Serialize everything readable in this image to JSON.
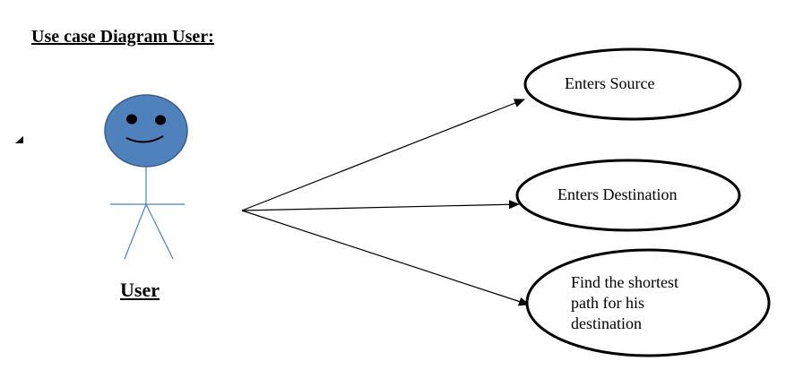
{
  "diagram": {
    "title": "Use case Diagram User:",
    "actor": {
      "label": "User"
    },
    "use_cases": [
      {
        "label": "Enters Source"
      },
      {
        "label": "Enters Destination"
      },
      {
        "label_lines": [
          "Find the shortest",
          "path for his",
          "destination"
        ]
      }
    ]
  },
  "colors": {
    "actor_head_fill": "#4f81bd",
    "actor_head_stroke": "#385d8a",
    "actor_body": "#4f81bd",
    "lines": "#000000",
    "background": "#ffffff"
  }
}
